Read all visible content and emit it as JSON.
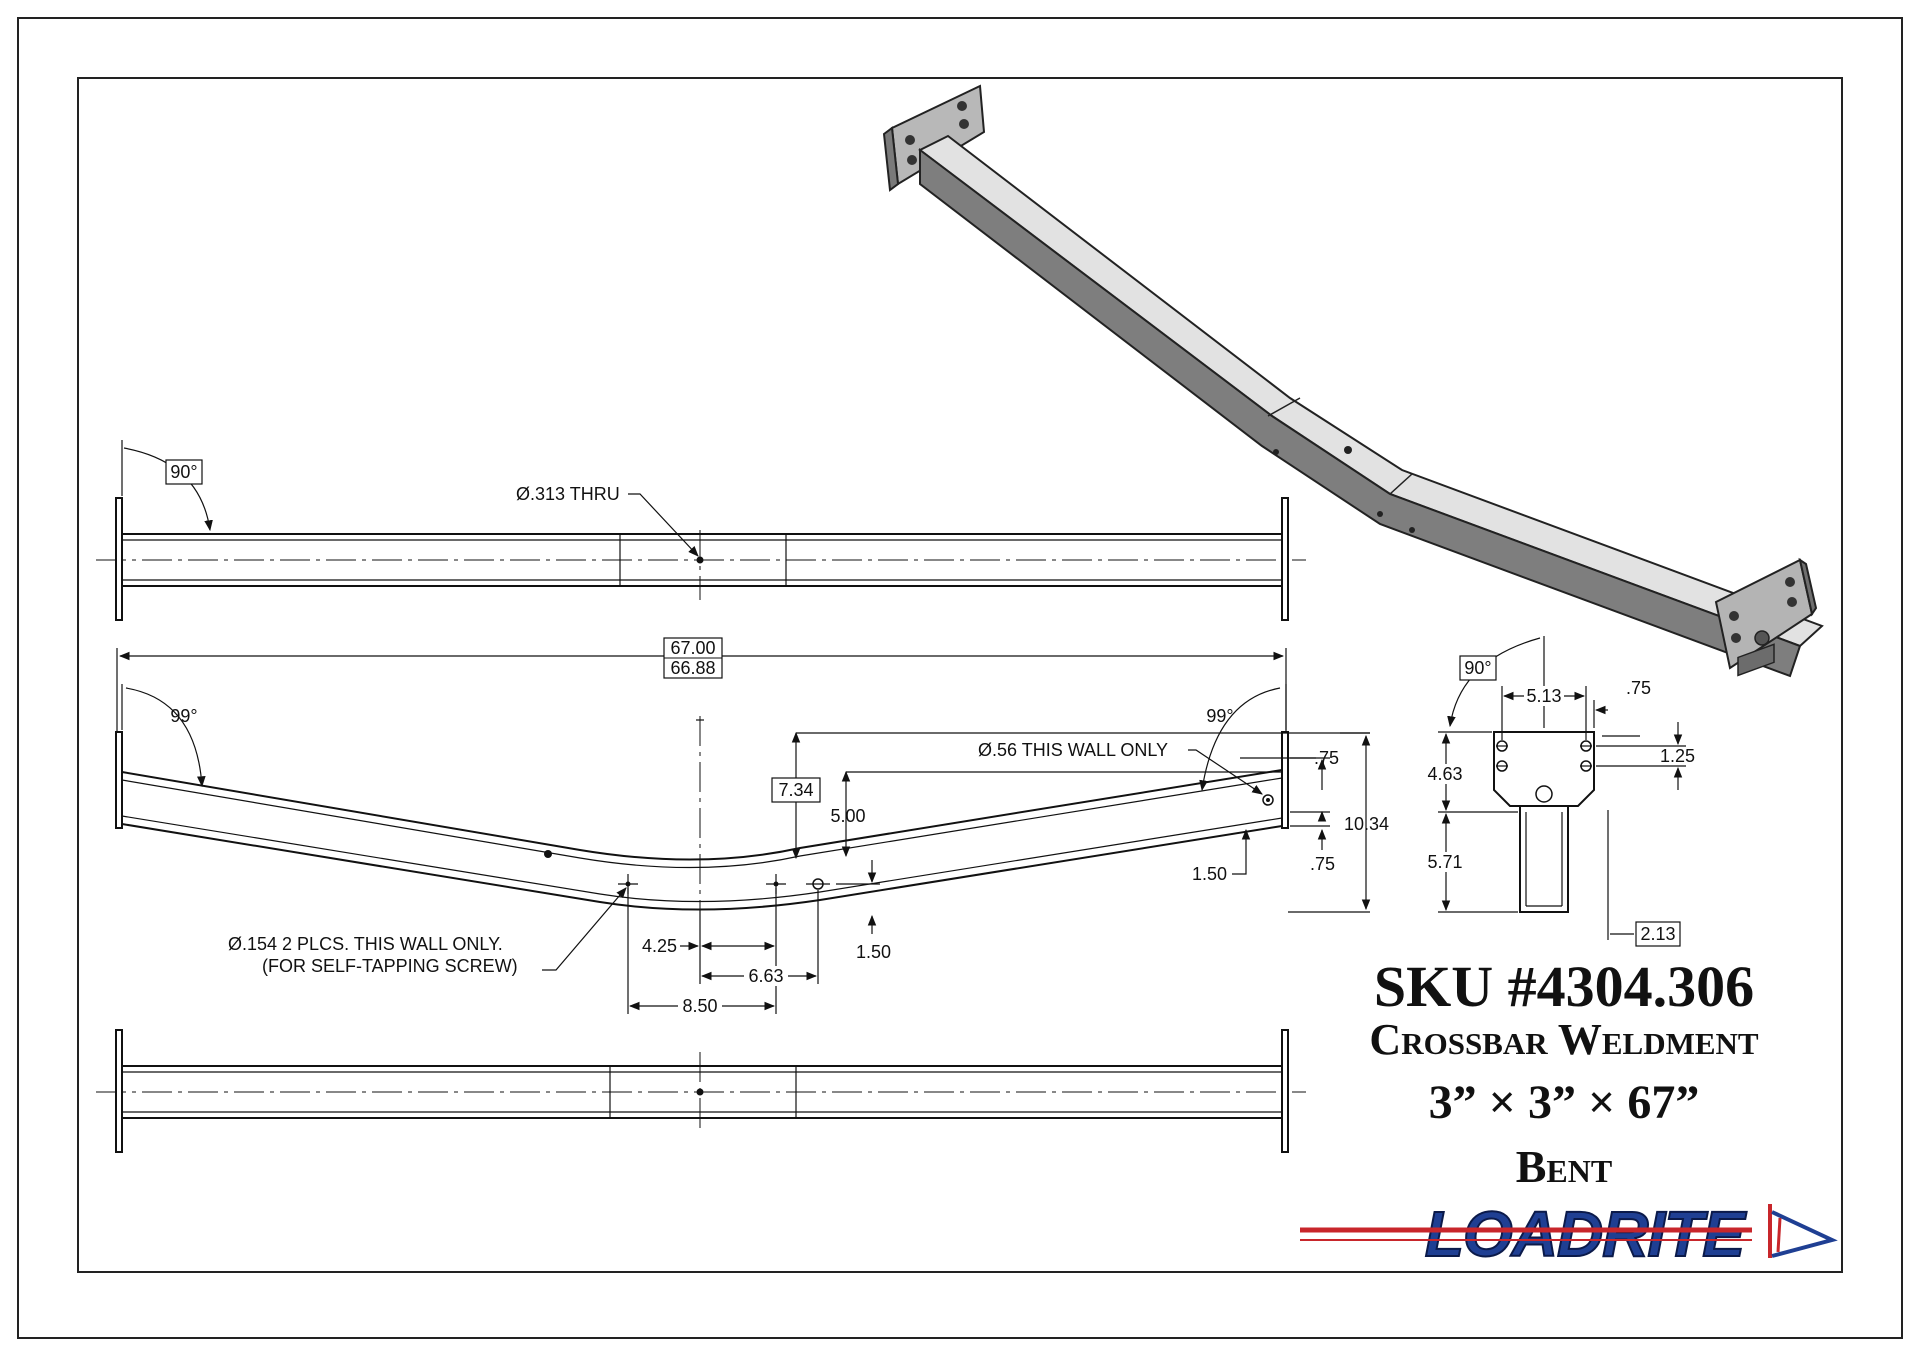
{
  "sheet": {
    "sku": "SKU #4304.306",
    "product_name": "Crossbar Weldment",
    "size": "3” × 3” × 67”",
    "style": "Bent",
    "brand": "LOADRITE"
  },
  "top_view": {
    "angle": "90°",
    "hole_note": "Ø.313 THRU"
  },
  "front_view": {
    "overall_length_max": "67.00",
    "overall_length_min": "66.88",
    "angle_left": "99°",
    "angle_right": "99°",
    "hole_note": "Ø.56 THIS WALL ONLY",
    "dim_734": "7.34",
    "dim_500": "5.00",
    "dim_075_top": ".75",
    "dim_1034": "10.34",
    "dim_150_right": "1.50",
    "dim_075_bottom": ".75",
    "screw_note_1": "Ø.154  2 PLCS. THIS WALL ONLY.",
    "screw_note_2": "(FOR SELF-TAPPING SCREW)",
    "dim_425": "4.25",
    "dim_663": "6.63",
    "dim_850": "8.50",
    "dim_150_bottom": "1.50"
  },
  "end_view": {
    "angle": "90°",
    "dim_513": "5.13",
    "dim_075": ".75",
    "dim_463": "4.63",
    "dim_125": "1.25",
    "dim_571": "5.71",
    "dim_213": "2.13"
  }
}
